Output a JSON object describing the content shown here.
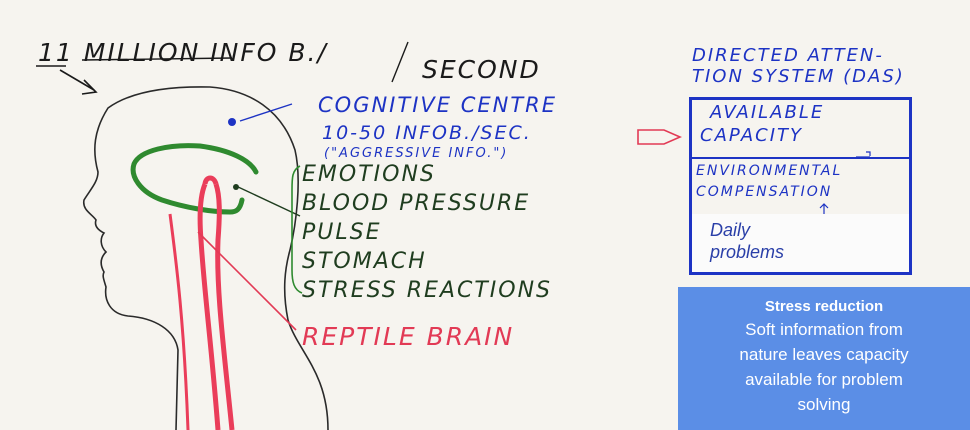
{
  "header": {
    "title_main": "11 MILLION  INFO B./",
    "title_second": "SECOND"
  },
  "cognitive": {
    "line1": "COGNITIVE CENTRE",
    "line2": "10-50 INFOB./SEC.",
    "line3": "(\"AGGRESSIVE INFO.\")"
  },
  "das": {
    "title_line1": "DIRECTED ATTEN-",
    "title_line2": "TION SYSTEM (DAS)",
    "capacity_line1": "AVAILABLE",
    "capacity_line2": "CAPACITY",
    "env_line1": "ENVIRONMENTAL",
    "env_line2": "COMPENSATION",
    "daily_line1": "Daily",
    "daily_line2": "problems"
  },
  "effects": {
    "items": [
      "EMOTIONS",
      "BLOOD PRESSURE",
      "PULSE",
      "STOMACH",
      "STRESS REACTIONS"
    ]
  },
  "reptile": {
    "label": "REPTILE BRAIN"
  },
  "stress_box": {
    "title": "Stress reduction",
    "body_line1": "Soft information from",
    "body_line2": "nature leaves capacity",
    "body_line3": "available for problem",
    "body_line4": "solving"
  },
  "colors": {
    "background": "#f6f4ef",
    "blue_ink": "#1d33c4",
    "green_ink": "#2f8a2f",
    "red_ink": "#e23a55",
    "stress_box_bg": "#5b8ee6"
  }
}
